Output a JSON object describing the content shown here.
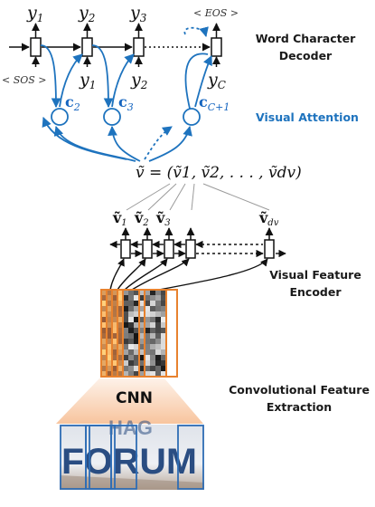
{
  "decoder": {
    "outputs": [
      "y",
      "y",
      "y",
      "< EOS >"
    ],
    "output_subs": [
      "1",
      "2",
      "3",
      ""
    ],
    "inputs": [
      "< SOS >",
      "y",
      "y",
      "y"
    ],
    "input_subs": [
      "",
      "1",
      "2",
      "C"
    ],
    "contexts": [
      "c",
      "c",
      "c"
    ],
    "context_subs": [
      "2",
      "3",
      "C+1"
    ]
  },
  "encoder": {
    "feature_vector_eq": "ṽ = (ṽ1, ṽ2, . . . , ṽdv)",
    "vec_labels": [
      "ṽ",
      "ṽ",
      "ṽ",
      "ṽ"
    ],
    "vec_subs": [
      "1",
      "2",
      "3",
      "dv"
    ]
  },
  "cnn_label": "CNN",
  "image_text": "FORUM",
  "image_text_top": "HAG",
  "labels": {
    "word_decoder": [
      "Word Character",
      "Decoder"
    ],
    "visual_attention": "Visual Attention",
    "feature_encoder": [
      "Visual Feature",
      "Encoder"
    ],
    "conv_extraction": [
      "Convolutional Feature",
      "Extraction"
    ]
  },
  "colors": {
    "attention_blue": "#1e73be",
    "feature_orange": "#e8822e",
    "image_box_blue": "#2f6db5"
  }
}
